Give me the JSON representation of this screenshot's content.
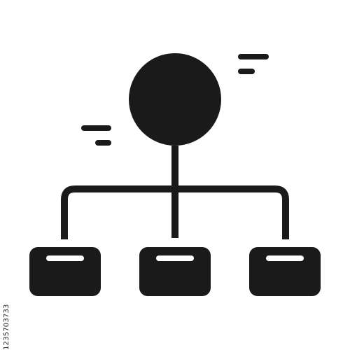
{
  "colors": {
    "background": "#ffffff",
    "foreground": "#1a1a1a",
    "highlight": "#ffffff"
  },
  "icon": {
    "name": "hierarchy-org-chart-icon",
    "parts": [
      "root-circle",
      "connector-lines",
      "child-boxes",
      "motion-lines"
    ]
  },
  "stock_id": "1235703733"
}
